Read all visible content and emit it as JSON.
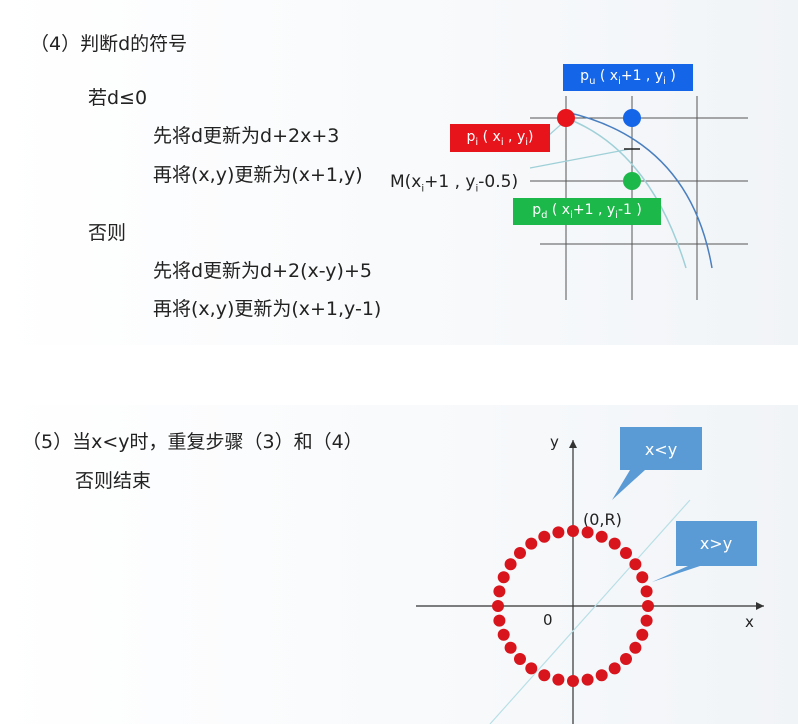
{
  "top": {
    "heading": "（4）判断d的符号",
    "if_line": "若d≤0",
    "if_step1": "先将d更新为d+2x+3",
    "if_step2": "再将(x,y)更新为(x+1,y)",
    "else_line": "否则",
    "else_step1": "先将d更新为d+2(x-y)+5",
    "else_step2": "再将(x,y)更新为(x+1,y-1)",
    "diagram": {
      "pu_label": "pu ( xi+1 , yi )",
      "pi_label": "pi ( xi , yi )",
      "m_label": "M(xi+1 , yi-0.5)",
      "pd_label": "pd ( xi+1 , yi-1 )",
      "colors": {
        "pu": "#1565e8",
        "pi": "#e8141c",
        "pd": "#1db84a"
      }
    }
  },
  "bottom": {
    "heading": "（5）当x<y时，重复步骤（3）和（4）",
    "end_line": "否则结束",
    "diagram": {
      "y_axis": "y",
      "x_axis": "x",
      "origin": "0",
      "top_point": "(0,R)",
      "callout1": "x<y",
      "callout2": "x>y",
      "colors": {
        "dots": "#d8141c",
        "callout": "#5b9bd5"
      }
    }
  }
}
